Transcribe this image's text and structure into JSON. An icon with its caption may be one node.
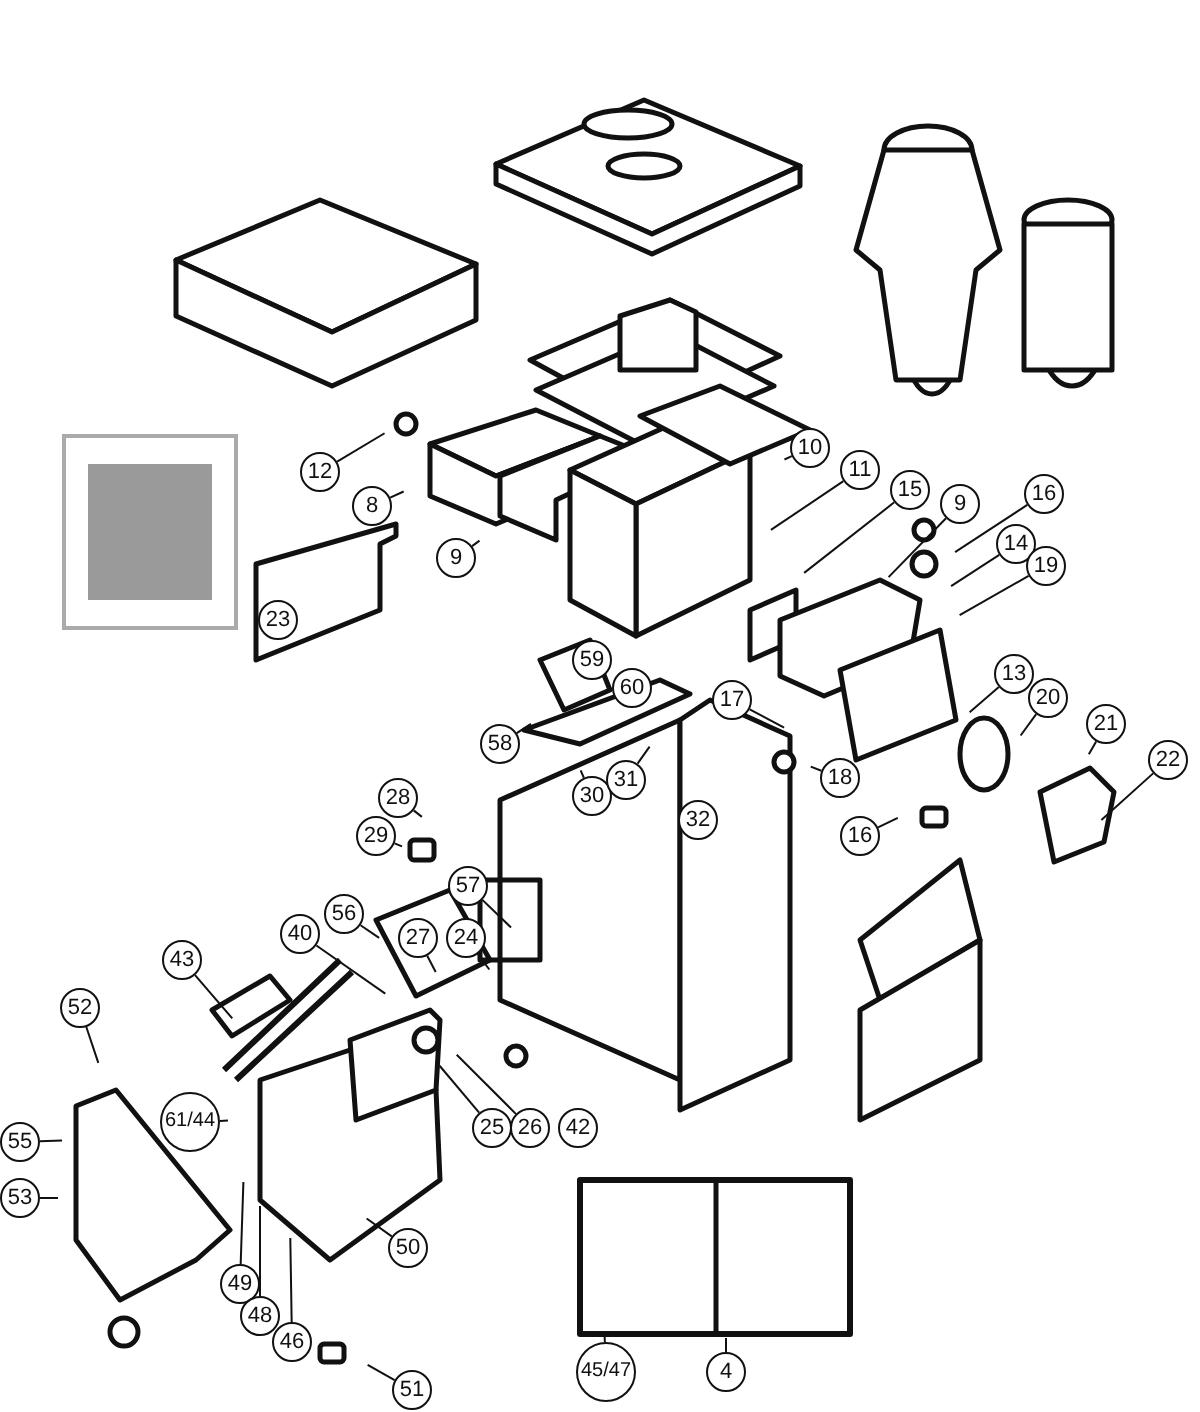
{
  "diagram": {
    "nodes": [
      {
        "text": [
          "12"
        ]
      },
      {
        "text": [
          "8"
        ]
      },
      {
        "text": [
          "9"
        ]
      },
      {
        "text": [
          "10"
        ]
      },
      {
        "text": [
          "11"
        ]
      },
      {
        "text": [
          "15"
        ]
      },
      {
        "text": [
          "9"
        ]
      },
      {
        "text": [
          "16"
        ]
      },
      {
        "text": [
          "14"
        ]
      },
      {
        "text": [
          "19"
        ]
      },
      {
        "text": [
          "13"
        ]
      },
      {
        "text": [
          "20"
        ]
      },
      {
        "text": [
          "21"
        ]
      },
      {
        "text": [
          "22"
        ]
      },
      {
        "text": [
          "18"
        ]
      },
      {
        "text": [
          "16"
        ]
      },
      {
        "text": [
          "17"
        ]
      },
      {
        "text": [
          "58"
        ]
      },
      {
        "text": [
          "28"
        ]
      },
      {
        "text": [
          "29"
        ]
      },
      {
        "text": [
          "30"
        ]
      },
      {
        "text": [
          "31"
        ]
      },
      {
        "text": [
          "57"
        ]
      },
      {
        "text": [
          "56"
        ]
      },
      {
        "text": [
          "27"
        ]
      },
      {
        "text": [
          "24"
        ]
      },
      {
        "text": [
          "40"
        ]
      },
      {
        "text": [
          "43"
        ]
      },
      {
        "text": [
          "52"
        ]
      },
      {
        "text": [
          "55"
        ]
      },
      {
        "text": [
          "53"
        ]
      },
      {
        "text": [
          "61/44"
        ]
      },
      {
        "text": [
          "49"
        ]
      },
      {
        "text": [
          "48"
        ]
      },
      {
        "text": [
          "46"
        ]
      },
      {
        "text": [
          "50"
        ]
      },
      {
        "text": [
          "51"
        ]
      },
      {
        "text": [
          "25"
        ]
      },
      {
        "text": [
          "26"
        ]
      },
      {
        "text": [
          "45/47"
        ]
      },
      {
        "text": [
          "4"
        ]
      },
      {
        "text": [
          "59"
        ]
      },
      {
        "text": [
          "60"
        ]
      },
      {
        "text": [
          "23"
        ]
      },
      {
        "text": [
          "32"
        ]
      },
      {
        "text": [
          "42"
        ]
      }
    ],
    "edges": [
      {
        "from": 0,
        "to": null,
        "arrow": "none"
      },
      {
        "from": 1,
        "to": null,
        "arrow": "none"
      },
      {
        "from": 2,
        "to": null,
        "arrow": "none"
      },
      {
        "from": 3,
        "to": null,
        "arrow": "none"
      },
      {
        "from": 4,
        "to": null,
        "arrow": "none"
      },
      {
        "from": 5,
        "to": null,
        "arrow": "none"
      },
      {
        "from": 6,
        "to": null,
        "arrow": "none"
      },
      {
        "from": 7,
        "to": null,
        "arrow": "none"
      },
      {
        "from": 8,
        "to": null,
        "arrow": "none"
      },
      {
        "from": 9,
        "to": null,
        "arrow": "none"
      },
      {
        "from": 10,
        "to": null,
        "arrow": "none"
      },
      {
        "from": 11,
        "to": null,
        "arrow": "none"
      },
      {
        "from": 12,
        "to": null,
        "arrow": "none"
      },
      {
        "from": 13,
        "to": null,
        "arrow": "none"
      },
      {
        "from": 14,
        "to": null,
        "arrow": "none"
      },
      {
        "from": 15,
        "to": null,
        "arrow": "none"
      },
      {
        "from": 16,
        "to": null,
        "arrow": "none"
      },
      {
        "from": 17,
        "to": null,
        "arrow": "none"
      },
      {
        "from": 18,
        "to": null,
        "arrow": "none"
      },
      {
        "from": 19,
        "to": null,
        "arrow": "none"
      },
      {
        "from": 20,
        "to": null,
        "arrow": "none"
      },
      {
        "from": 21,
        "to": null,
        "arrow": "none"
      },
      {
        "from": 22,
        "to": null,
        "arrow": "none"
      },
      {
        "from": 23,
        "to": null,
        "arrow": "none"
      },
      {
        "from": 24,
        "to": null,
        "arrow": "none"
      },
      {
        "from": 25,
        "to": null,
        "arrow": "none"
      },
      {
        "from": 26,
        "to": null,
        "arrow": "none"
      },
      {
        "from": 27,
        "to": null,
        "arrow": "none"
      },
      {
        "from": 28,
        "to": null,
        "arrow": "none"
      },
      {
        "from": 29,
        "to": null,
        "arrow": "none"
      },
      {
        "from": 30,
        "to": null,
        "arrow": "none"
      },
      {
        "from": 31,
        "to": null,
        "arrow": "none"
      },
      {
        "from": 32,
        "to": null,
        "arrow": "none"
      },
      {
        "from": 33,
        "to": null,
        "arrow": "none"
      },
      {
        "from": 34,
        "to": null,
        "arrow": "none"
      },
      {
        "from": 35,
        "to": null,
        "arrow": "none"
      },
      {
        "from": 36,
        "to": null,
        "arrow": "none"
      },
      {
        "from": 37,
        "to": null,
        "arrow": "none"
      },
      {
        "from": 38,
        "to": null,
        "arrow": "none"
      },
      {
        "from": 39,
        "to": null,
        "arrow": "none"
      },
      {
        "from": 40,
        "to": null,
        "arrow": "none"
      }
    ]
  }
}
